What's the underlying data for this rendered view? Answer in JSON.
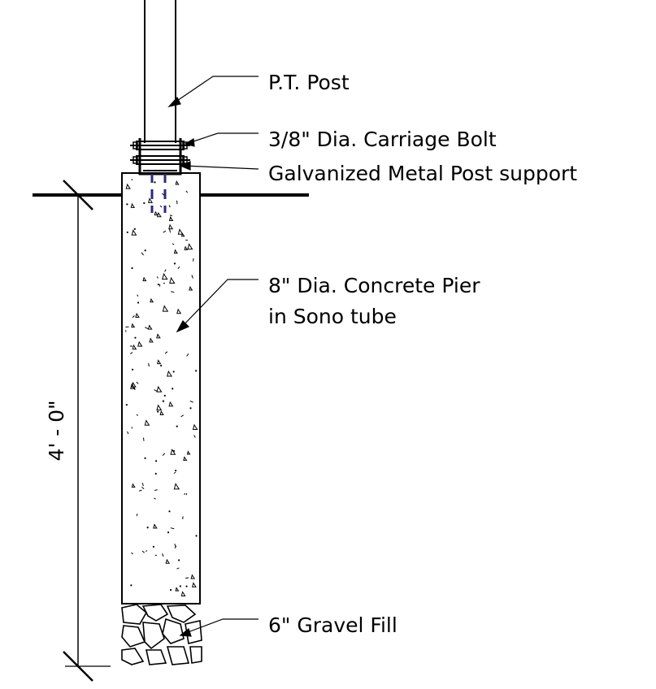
{
  "drawing": {
    "labels": {
      "post": "P.T. Post",
      "bolt": "3/8\" Dia. Carriage Bolt",
      "support": "Galvanized Metal Post support",
      "pier_line1": "8\" Dia. Concrete Pier",
      "pier_line2": "in Sono tube",
      "gravel": "6\" Gravel Fill"
    },
    "dimension": "4' - 0\""
  },
  "colors": {
    "line": "#000000",
    "anchor_bolts": "#2a2a80",
    "background": "#ffffff"
  }
}
